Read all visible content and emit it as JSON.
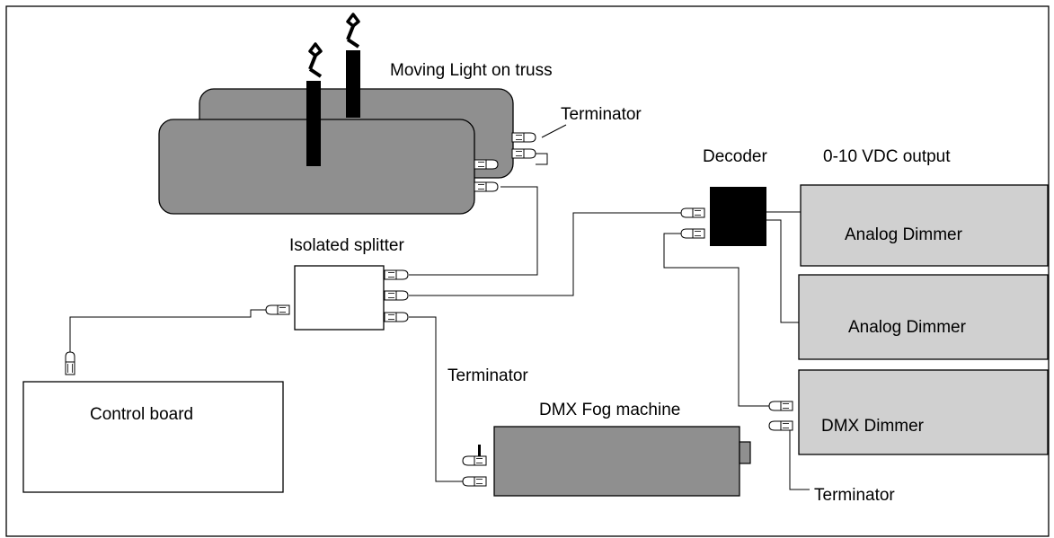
{
  "labels": {
    "moving_light": "Moving Light on truss",
    "terminator_top": "Terminator",
    "decoder": "Decoder",
    "voltage_output": "0-10 VDC output",
    "analog_dimmer_1": "Analog Dimmer",
    "analog_dimmer_2": "Analog Dimmer",
    "dmx_dimmer": "DMX Dimmer",
    "isolated_splitter": "Isolated splitter",
    "control_board": "Control board",
    "terminator_fog": "Terminator",
    "fog_machine": "DMX Fog machine",
    "terminator_bottom": "Terminator"
  },
  "colors": {
    "moving_light_body": "#8f8f8f",
    "fog_machine_body": "#8f8f8f",
    "dimmer_body": "#d0d0d0",
    "decoder_body": "#000000",
    "splitter_body": "#ffffff",
    "control_board_body": "#ffffff"
  }
}
